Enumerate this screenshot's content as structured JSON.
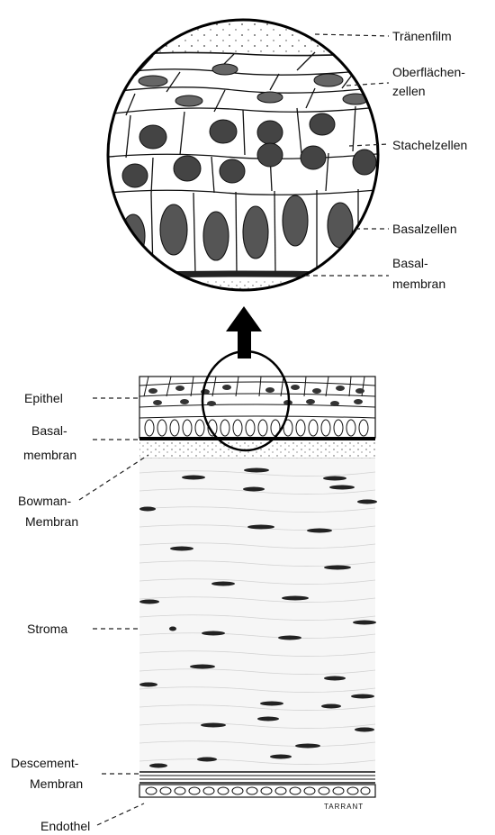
{
  "labels": {
    "traenenfilm": "Tränenfilm",
    "oberflaechen_1": "Oberflächen-",
    "oberflaechen_2": "zellen",
    "stachelzellen": "Stachelzellen",
    "basalzellen": "Basalzellen",
    "basalmembran_top_1": "Basal-",
    "basalmembran_top_2": "membran",
    "epithel": "Epithel",
    "basalmembran_1": "Basal-",
    "basalmembran_2": "membran",
    "bowman_1": "Bowman-",
    "bowman_2": "Membran",
    "stroma": "Stroma",
    "descemet_1": "Descement-",
    "descemet_2": "Membran",
    "endothel": "Endothel",
    "signature": "TARRANT"
  },
  "colors": {
    "ink": "#111111",
    "nucleus": "#333333",
    "background": "#ffffff"
  }
}
